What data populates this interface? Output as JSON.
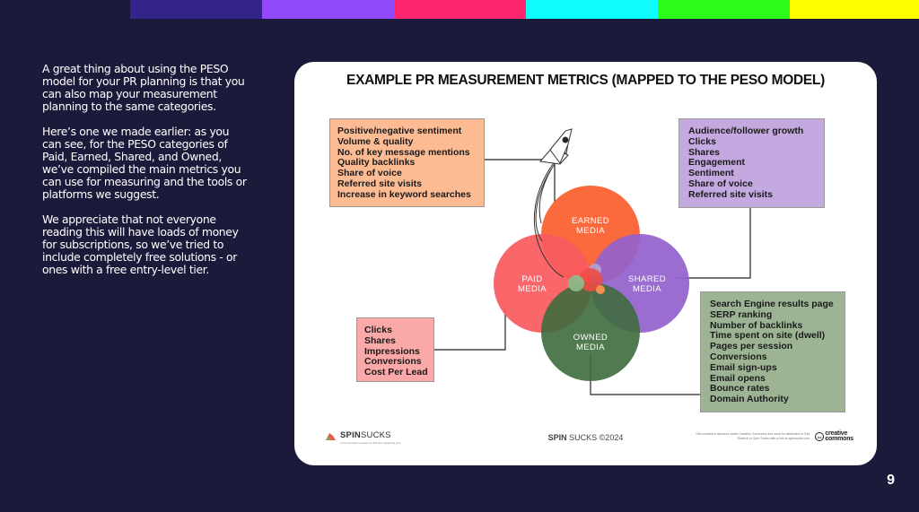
{
  "color_bar": [
    "#33248a",
    "#9249fc",
    "#ff2670",
    "#0ffcfc",
    "#2dfc1a",
    "#fffc00"
  ],
  "intro": {
    "paragraphs": [
      "A great thing about using the PESO model for your PR planning is that you can also map your measurement planning to the same categories.",
      "Here’s one we made earlier: as you can see, for the PESO categories of Paid, Earned, Shared, and Owned, we’ve compiled the main metrics you can use for measuring and the tools or platforms we suggest.",
      "We appreciate that not everyone reading this will have loads of money for subscriptions, so we’ve tried to include completely free solutions - or ones with a free entry-level tier."
    ]
  },
  "diagram": {
    "title": "EXAMPLE PR MEASUREMENT METRICS (MAPPED TO THE PESO MODEL)",
    "circles": {
      "earned": {
        "label_line1": "EARNED",
        "label_line2": "MEDIA",
        "color": "#fb6a3c"
      },
      "paid": {
        "label_line1": "PAID",
        "label_line2": "MEDIA",
        "color": "#fa5b60"
      },
      "shared": {
        "label_line1": "SHARED",
        "label_line2": "MEDIA",
        "color": "#9362cc"
      },
      "owned": {
        "label_line1": "OWNED",
        "label_line2": "MEDIA",
        "color": "#3f6b3e"
      }
    },
    "metrics": {
      "earned": [
        "Positive/negative sentiment",
        "Volume & quality",
        "No. of key message mentions",
        "Quality backlinks",
        "Share of voice",
        "Referred site visits",
        "Increase in keyword searches"
      ],
      "shared": [
        "Audience/follower growth",
        "Clicks",
        "Shares",
        "Engagement",
        "Sentiment",
        "Share of voice",
        "Referred site visits"
      ],
      "owned": [
        "Search Engine results page",
        "SERP ranking",
        "Number of backlinks",
        "Time spent on site (dwell)",
        "Pages per session",
        "Conversions",
        "Email sign-ups",
        "Email opens",
        "Bounce rates",
        "Domain Authority"
      ],
      "paid": [
        "Clicks",
        "Shares",
        "Impressions",
        "Conversions",
        "Cost Per Lead"
      ]
    },
    "footer": {
      "logo_bold": "SPIN",
      "logo_light": "SUCKS",
      "logo_tagline": "Communications advice for PR and marketing pros",
      "center_bold": "SPIN",
      "center_light": " SUCKS ©2024",
      "license_text": "This content is licensed under Creative Commons and must be attributed to Gini Dietrich or Spin Sucks with a link to spinsucks.com",
      "cc_icon": "cc",
      "cc_line1": "creative",
      "cc_line2": "commons"
    }
  },
  "page_number": "9"
}
